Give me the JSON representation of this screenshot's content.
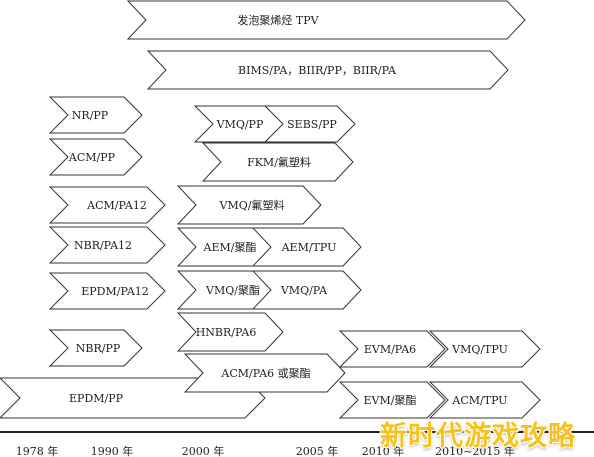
{
  "arrows": [
    {
      "id": "tpv",
      "label": "发泡聚烯烃 TPV"
    },
    {
      "id": "bims",
      "label": "BIMS/PA，BIIR/PP，BIIR/PA"
    },
    {
      "id": "nr-pp",
      "label": "NR/PP"
    },
    {
      "id": "acm-pp",
      "label": "ACM/PP"
    },
    {
      "id": "acm-pa12",
      "label": "ACM/PA12"
    },
    {
      "id": "nbr-pa12",
      "label": "NBR/PA12"
    },
    {
      "id": "epdm-pa12",
      "label": "EPDM/PA12"
    },
    {
      "id": "nbr-pp",
      "label": "NBR/PP"
    },
    {
      "id": "epdm-pp",
      "label": "EPDM/PP"
    },
    {
      "id": "vmq-pp",
      "label": "VMQ/PP"
    },
    {
      "id": "sebs-pp",
      "label": "SEBS/PP"
    },
    {
      "id": "fkm-fluoroplastic",
      "label": "FKM/氟塑料"
    },
    {
      "id": "vmq-fluoroplastic",
      "label": "VMQ/氟塑料"
    },
    {
      "id": "aem-polyester",
      "label": "AEM/聚酯"
    },
    {
      "id": "aem-tpu",
      "label": "AEM/TPU"
    },
    {
      "id": "vmq-polyester",
      "label": "VMQ/聚酯"
    },
    {
      "id": "vmq-pa",
      "label": "VMQ/PA"
    },
    {
      "id": "hnbr-pa6",
      "label": "HNBR/PA6"
    },
    {
      "id": "acm-pa6-polyester",
      "label": "ACM/PA6 或聚酯"
    },
    {
      "id": "evm-pa6",
      "label": "EVM/PA6"
    },
    {
      "id": "vmq-tpu",
      "label": "VMQ/TPU"
    },
    {
      "id": "evm-polyester",
      "label": "EVM/聚酯"
    },
    {
      "id": "acm-tpu",
      "label": "ACM/TPU"
    }
  ],
  "timeline": {
    "labels": [
      "1978 年",
      "1990 年",
      "2000 年",
      "2005 年",
      "2010 年",
      "2010~2015 年"
    ]
  },
  "watermark": "新时代游戏攻略"
}
